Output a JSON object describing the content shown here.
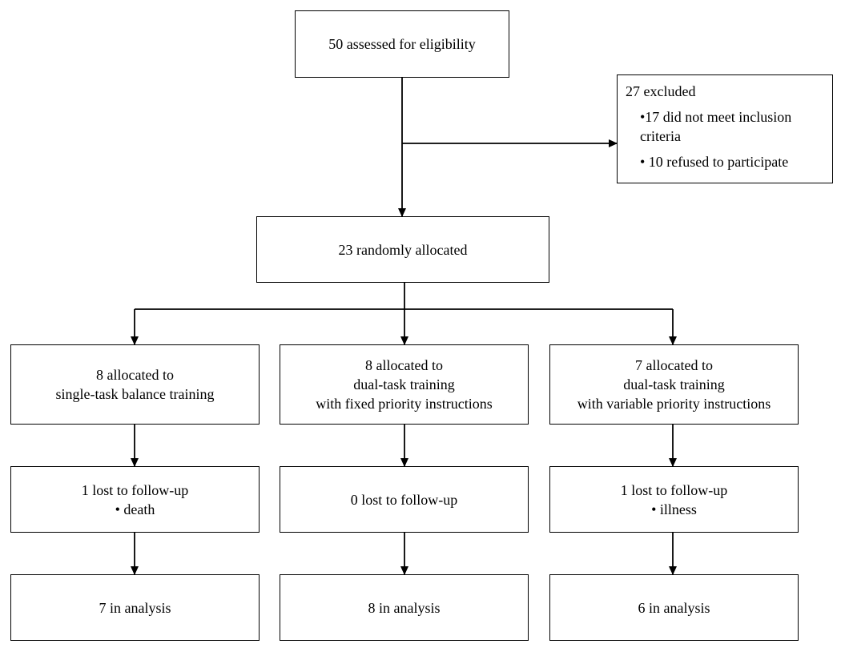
{
  "flow": {
    "eligibility": "50 assessed for eligibility",
    "excluded": {
      "title": "27 excluded",
      "reason1_line1": "•17 did not meet inclusion",
      "reason1_line2": "criteria",
      "reason2": "• 10 refused to participate"
    },
    "randomized": "23 randomly allocated",
    "arms": [
      {
        "allocation_lines": [
          "8 allocated to",
          "single-task balance training"
        ],
        "followup_lines": [
          "1 lost to follow-up",
          "• death"
        ],
        "analysis": "7 in analysis"
      },
      {
        "allocation_lines": [
          "8 allocated to",
          "dual-task training",
          "with fixed priority instructions"
        ],
        "followup_lines": [
          "0 lost to follow-up"
        ],
        "analysis": "8 in analysis"
      },
      {
        "allocation_lines": [
          "7 allocated to",
          "dual-task training",
          "with variable priority instructions"
        ],
        "followup_lines": [
          "1 lost to follow-up",
          "• illness"
        ],
        "analysis": "6 in analysis"
      }
    ]
  }
}
